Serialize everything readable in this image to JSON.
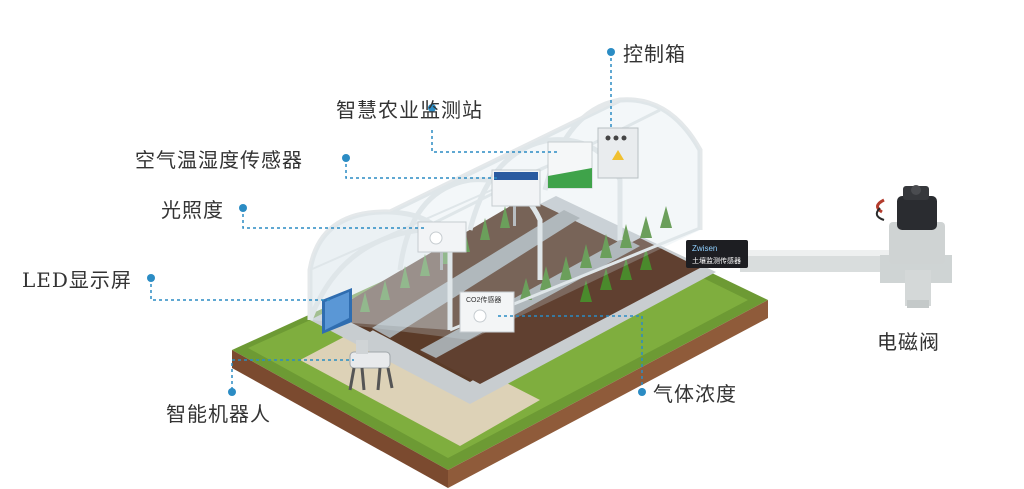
{
  "labels": {
    "control_box": "控制箱",
    "smart_station": "智慧农业监测站",
    "air_sensor": "空气温湿度传感器",
    "light": "光照度",
    "led_screen": "LED显示屏",
    "robot": "智能机器人",
    "gas": "气体浓度",
    "solenoid_valve": "电磁阀"
  },
  "device_text": {
    "soil_sensor_brand": "Zwisen",
    "soil_sensor_name": "土壤监测传感器",
    "gas_sensor_name": "CO2传感器"
  },
  "colors": {
    "leader_line": "#2b8cc4",
    "dot": "#2b8cc4",
    "grass": "#7aa53a",
    "soil": "#8a5a3b",
    "pipe": "#d8dcdc"
  }
}
